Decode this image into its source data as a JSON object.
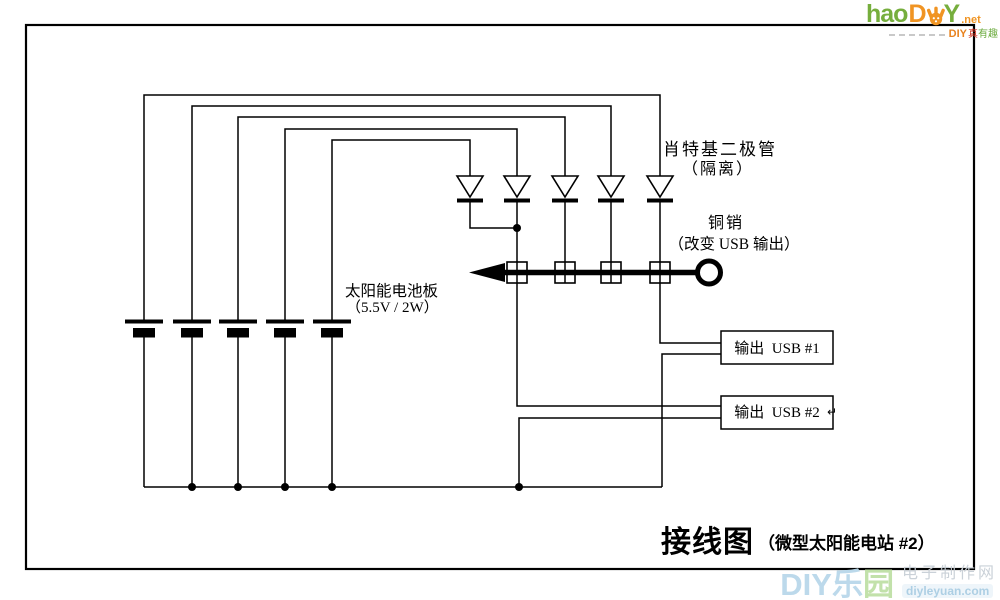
{
  "logo": {
    "hao": "hao",
    "d": "D",
    "y": "Y",
    "net": ".net",
    "slogan_diy": "DIY",
    "slogan_zhen": "真",
    "slogan_youqu": "有趣"
  },
  "schematic": {
    "panel_label": [
      "太阳能电池板",
      "（5.5V / 2W）"
    ],
    "diode_label": [
      "肖特基二极管",
      "（隔离）"
    ],
    "copper_pin_label": [
      "铜销",
      "（改变 USB 输出）"
    ],
    "usb_outputs": [
      {
        "label": "输出  USB #1"
      },
      {
        "label": "输出  USB #2",
        "mark": "↵"
      }
    ],
    "counts": {
      "solar_cells": 5,
      "diodes": 5,
      "selector_positions": 4
    }
  },
  "title": {
    "main": "接线图",
    "sub": "（微型太阳能电站 #2）"
  },
  "watermark": {
    "brand_diy": "DIY",
    "brand_le": "乐",
    "brand_yuan": "园",
    "site_name": "电子制作网",
    "site_url": "diyleyuan.com"
  },
  "colors": {
    "line": "#000000",
    "title_gray": "#8e8e8e",
    "logo_green": "#76ae3d",
    "logo_orange": "#f09423",
    "watermark_blue": "#b9d8ea",
    "watermark_green": "#bfe0a6"
  }
}
